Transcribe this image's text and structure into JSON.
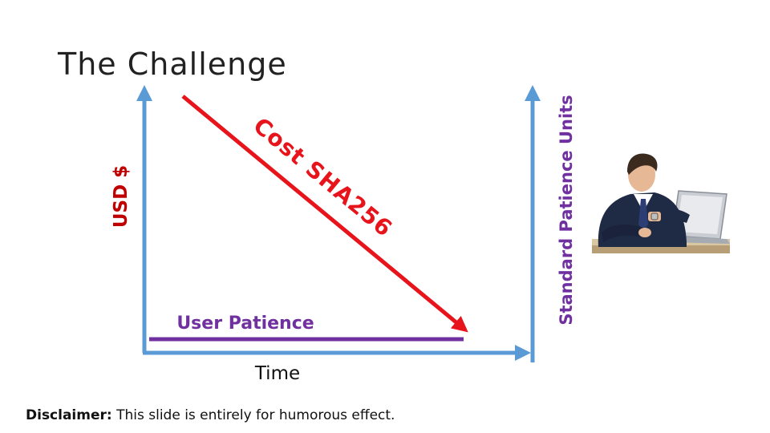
{
  "slide": {
    "title": "The Challenge",
    "disclaimer_label": "Disclaimer:",
    "disclaimer_text": " This slide is entirely for humorous effect."
  },
  "diagram": {
    "y_axis_label": "USD $",
    "x_axis_label": "Time",
    "right_axis_label": "Standard Patience Units",
    "cost_line_label": "Cost SHA256",
    "patience_line_label": "User Patience"
  },
  "colors": {
    "axis": "#5b9bd5",
    "cost": "#e8141b",
    "patience": "#7030a0",
    "y_label": "#c00000",
    "right_label": "#7030a0",
    "patience_label": "#7030a0"
  },
  "image": {
    "description_icon": "businessman-checking-watch-icon"
  }
}
